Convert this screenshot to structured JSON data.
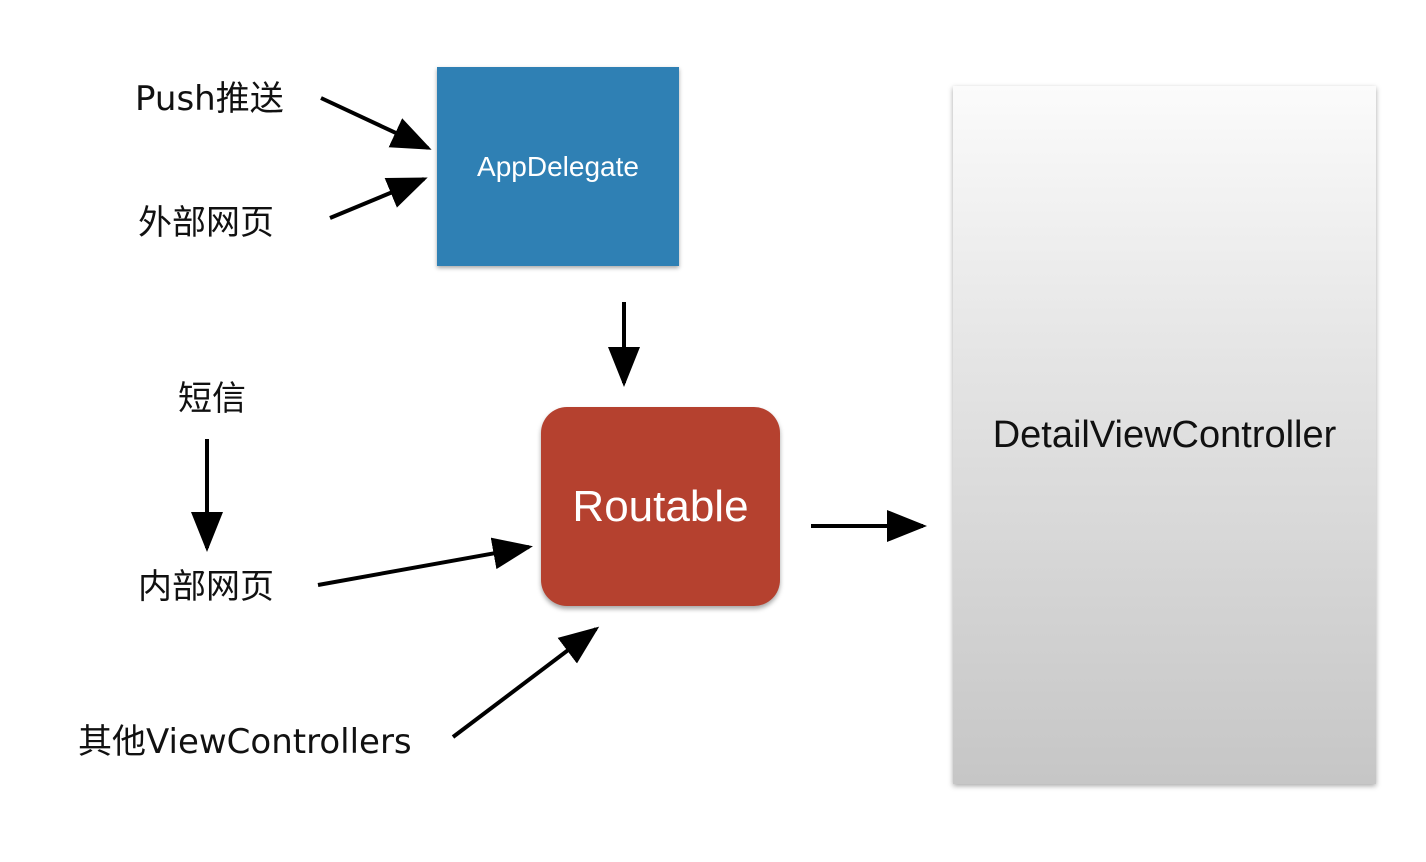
{
  "sources": {
    "push": "Push推送",
    "external_web": "外部网页",
    "sms": "短信",
    "internal_web": "内部网页",
    "other_vcs": "其他ViewControllers"
  },
  "nodes": {
    "app_delegate": "AppDelegate",
    "routable": "Routable",
    "detail_vc": "DetailViewController"
  },
  "colors": {
    "app_delegate": "#2f80b4",
    "routable": "#b5412f",
    "detail_vc_gradient_top": "#fbfbfb",
    "detail_vc_gradient_bottom": "#c6c6c6",
    "arrow": "#000000"
  }
}
